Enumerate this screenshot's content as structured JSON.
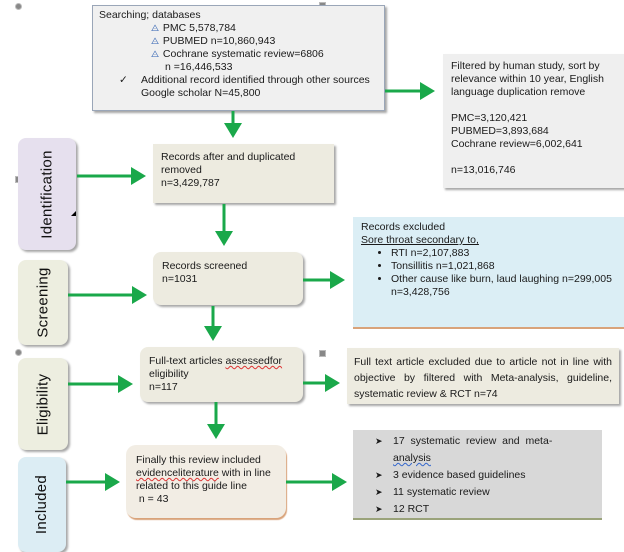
{
  "search_box": {
    "title": "Searching;  databases",
    "databases": [
      {
        "icon": "search-bullet-icon",
        "text": "PMC 5,578,784"
      },
      {
        "icon": "search-bullet-icon",
        "text": "PUBMED n=10,860,943"
      },
      {
        "icon": "search-bullet-icon",
        "text": "Cochrane systematic review=6806"
      }
    ],
    "total": "n =16,446,533",
    "additional_icon": "checkmark-icon",
    "additional_line1": "Additional record identified through other sources",
    "additional_line2": "Google scholar N=45,800"
  },
  "filter_box": {
    "line1": "Filtered by human study, sort by",
    "line2": "relevance within 10 year, English",
    "line3": "language duplication remove",
    "pmc": "PMC=3,120,421",
    "pubmed": "PUBMED=3,893,684",
    "cochrane": "Cochrane review=6,002,641",
    "total": "n=13,016,746"
  },
  "stages": {
    "identification": "Identification",
    "screening": "Screening",
    "eligibility": "Eligibility",
    "included": "Included"
  },
  "records_after": {
    "line1": "Records after and duplicated",
    "line2": "removed",
    "count": "n=3,429,787"
  },
  "records_screened": {
    "label": "Records screened",
    "count": "n=1031"
  },
  "records_excluded": {
    "title": "Records excluded",
    "subtitle": "Sore throat secondary to,",
    "items": [
      "RTI    n=2,107,883",
      "Tonsillitis  n=1,021,868",
      "Other cause like burn, laud laughing n=299,005"
    ],
    "total": "n=3,428,756"
  },
  "fulltext_assessed": {
    "line1_a": "Full-text articles ",
    "line1_b": "assessedfor",
    "line2": "eligibility",
    "count": "n=117"
  },
  "fulltext_excluded": {
    "text": "Full text article excluded due to article not in line with objective by filtered with Meta-analysis, guideline, systematic review & RCT n=74"
  },
  "included_box": {
    "line1": "Finally this review included",
    "line2_a": "evidenceliterature",
    "line2_b": " with in line",
    "line3": "related to this guide line",
    "count": " n = 43"
  },
  "included_breakdown": {
    "item1_a": "17  systematic  review  and  meta-",
    "item1_b": "analysis",
    "item2": "3 evidence based guidelines",
    "item3": "11 systematic review",
    "item4": "12 RCT"
  },
  "colors": {
    "arrow": "#1aa84a",
    "identification_fill": "#e6e0ee",
    "stage_fill": "#edeee0",
    "included_fill": "#dcedf4",
    "excluded_fill": "#dbeef5",
    "breakdown_fill": "#d8d8d8"
  }
}
